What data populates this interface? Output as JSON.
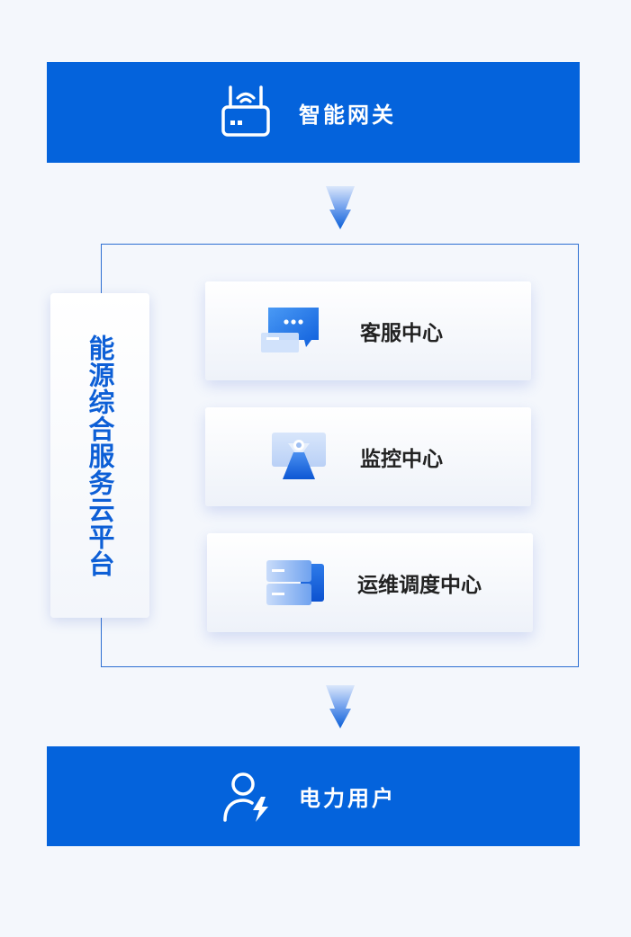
{
  "gateway": {
    "label": "智能网关",
    "icon": "router-icon"
  },
  "platform": {
    "label": "能源综合服务云平台",
    "cards": [
      {
        "label": "客服中心",
        "icon": "chat-bubble-icon"
      },
      {
        "label": "监控中心",
        "icon": "monitor-camera-icon"
      },
      {
        "label": "运维调度中心",
        "icon": "server-rack-icon"
      }
    ]
  },
  "user": {
    "label": "电力用户",
    "icon": "user-power-icon"
  },
  "colors": {
    "primary_blue": "#0463dc",
    "frame_border": "#2d6fd2",
    "page_background": "#f4f7fc",
    "vertical_text": "#0d5fd6",
    "card_text": "#222222"
  }
}
